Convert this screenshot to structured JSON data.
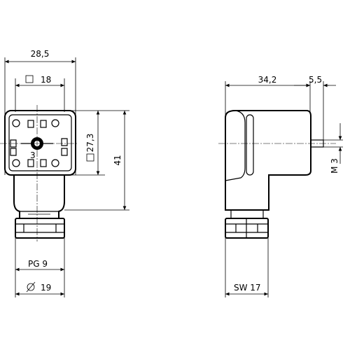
{
  "drawing": {
    "front_view": {
      "overall_width": "28,5",
      "square_width": "18",
      "square_height": "27,3",
      "overall_height": "41",
      "thread": "PG 9",
      "cable_diameter": "19",
      "pin_label": "3"
    },
    "side_view": {
      "depth": "34,2",
      "screw_projection": "5,5",
      "screw_thread": "M 3",
      "wrench_size": "SW 17"
    }
  }
}
